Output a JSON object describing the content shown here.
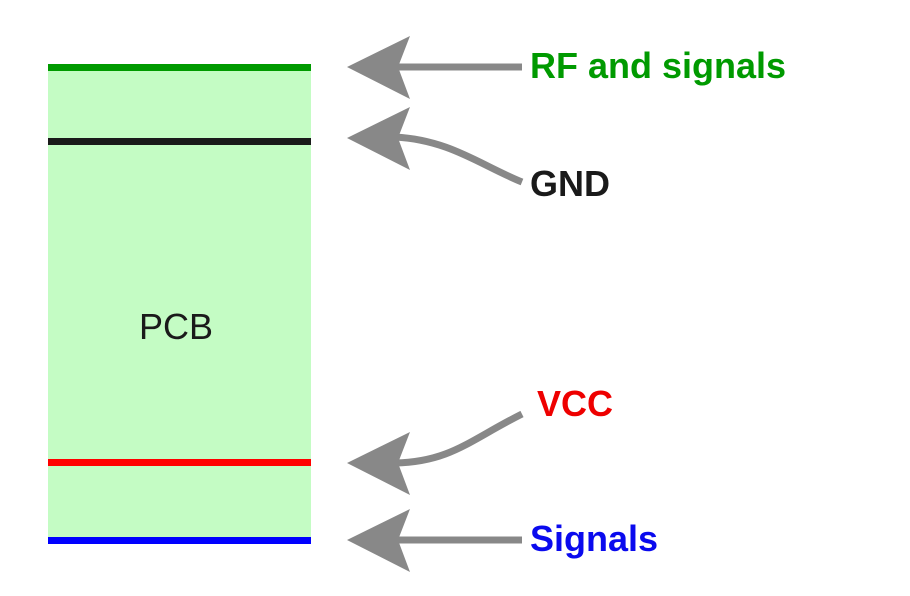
{
  "diagram": {
    "title": "PCB layer stackup",
    "board": {
      "label": "PCB",
      "fill_color": "#c4fcc4",
      "label_color": "#1a1a1a"
    },
    "layers": [
      {
        "id": "top",
        "name": "RF and signals",
        "color": "#009a00",
        "text_color": "#009a00",
        "order": 1
      },
      {
        "id": "inner1",
        "name": "GND",
        "color": "#1a1a1a",
        "text_color": "#1a1a1a",
        "order": 2
      },
      {
        "id": "inner2",
        "name": "VCC",
        "color": "#ff0000",
        "text_color": "#ee0000",
        "order": 3
      },
      {
        "id": "bottom",
        "name": "Signals",
        "color": "#0000ff",
        "text_color": "#0a0aee",
        "order": 4
      }
    ],
    "arrow_color": "#888888"
  }
}
